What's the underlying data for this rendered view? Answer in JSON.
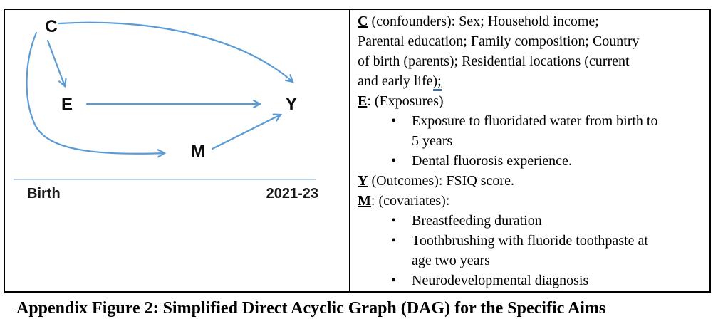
{
  "dag": {
    "nodes": {
      "c": "C",
      "e": "E",
      "y": "Y",
      "m": "M"
    },
    "edges": [
      {
        "from": "C",
        "to": "Y"
      },
      {
        "from": "C",
        "to": "E"
      },
      {
        "from": "E",
        "to": "Y"
      },
      {
        "from": "C",
        "to": "M"
      },
      {
        "from": "M",
        "to": "Y"
      }
    ],
    "timeline": {
      "start_label": "Birth",
      "end_label": "2021-23"
    },
    "colors": {
      "arrow": "#5B9BD5",
      "timeline": "#9DC3E6"
    }
  },
  "legend": {
    "bullet_char": "•",
    "c": {
      "letter": "C",
      "line1": " (confounders): Sex; Household income;",
      "line2": "Parental education; Family composition; Country",
      "line3": "of birth (parents); Residential locations (current",
      "line4": "and early life",
      "line4_flagged": ");"
    },
    "e": {
      "letter": "E",
      "colon": ":",
      "rest": " (Exposures)",
      "bullet1_line1": "Exposure to fluoridated water from birth to",
      "bullet1_line2": "5 years",
      "bullet2": "Dental fluorosis experience."
    },
    "y": {
      "letter": "Y",
      "rest": " (Outcomes): FSIQ score."
    },
    "m": {
      "letter": "M",
      "colon": ":",
      "rest": " (covariates):",
      "bullet1": "Breastfeeding duration",
      "bullet2_line1": "Toothbrushing with fluoride toothpaste at",
      "bullet2_line2": "age two years",
      "bullet3": "Neurodevelopmental diagnosis"
    }
  },
  "caption": "Appendix Figure 2: Simplified Direct Acyclic Graph (DAG) for the Specific Aims"
}
